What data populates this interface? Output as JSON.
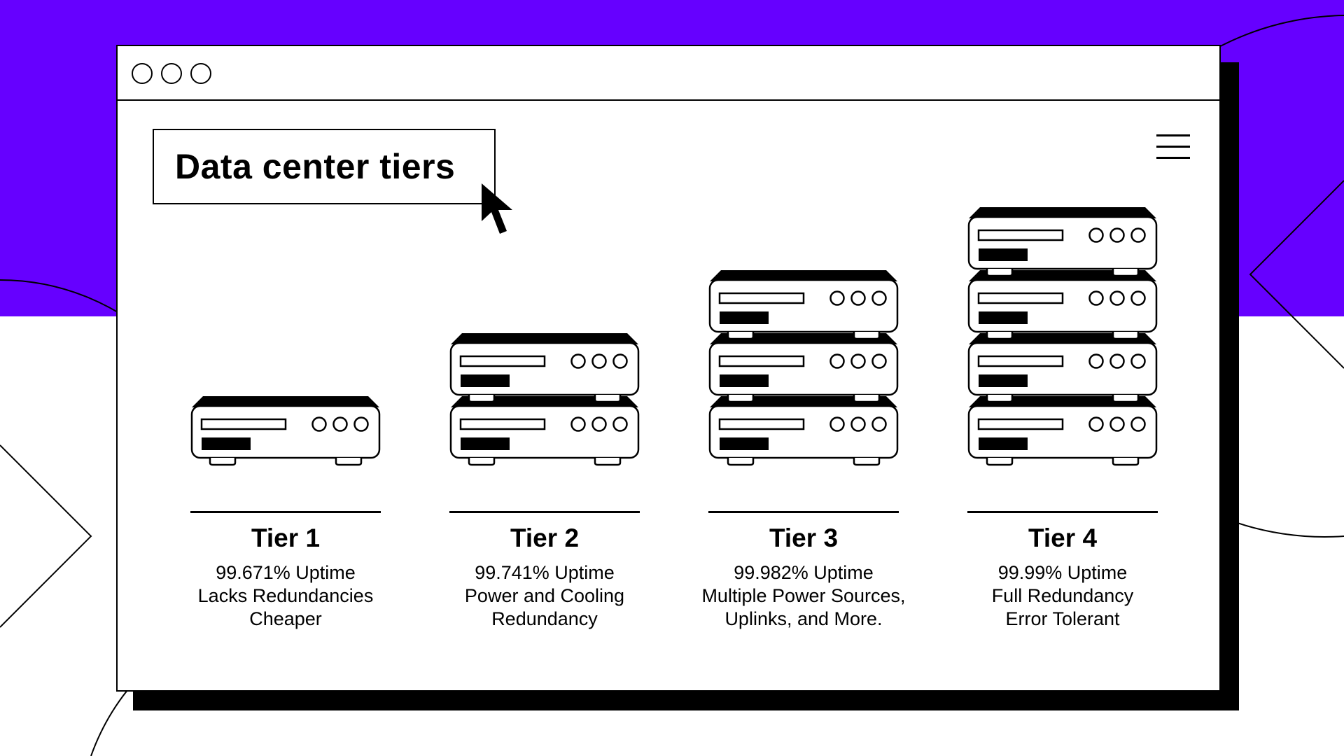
{
  "colors": {
    "background_accent": "#6600FF",
    "ink": "#000000",
    "paper": "#FFFFFF"
  },
  "title": "Data center tiers",
  "icons": {
    "window_controls": [
      "circle-icon",
      "circle-icon",
      "circle-icon"
    ],
    "menu": "hamburger-menu-icon",
    "pointer": "mouse-cursor-icon",
    "server": "server-unit-icon"
  },
  "tiers": [
    {
      "name": "Tier 1",
      "servers": 1,
      "lines": [
        "99.671% Uptime",
        "Lacks Redundancies",
        "Cheaper"
      ]
    },
    {
      "name": "Tier 2",
      "servers": 2,
      "lines": [
        "99.741% Uptime",
        "Power and Cooling",
        "Redundancy"
      ]
    },
    {
      "name": "Tier 3",
      "servers": 3,
      "lines": [
        "99.982% Uptime",
        "Multiple Power Sources,",
        "Uplinks, and More."
      ]
    },
    {
      "name": "Tier 4",
      "servers": 4,
      "lines": [
        "99.99% Uptime",
        "Full Redundancy",
        "Error Tolerant"
      ]
    }
  ]
}
